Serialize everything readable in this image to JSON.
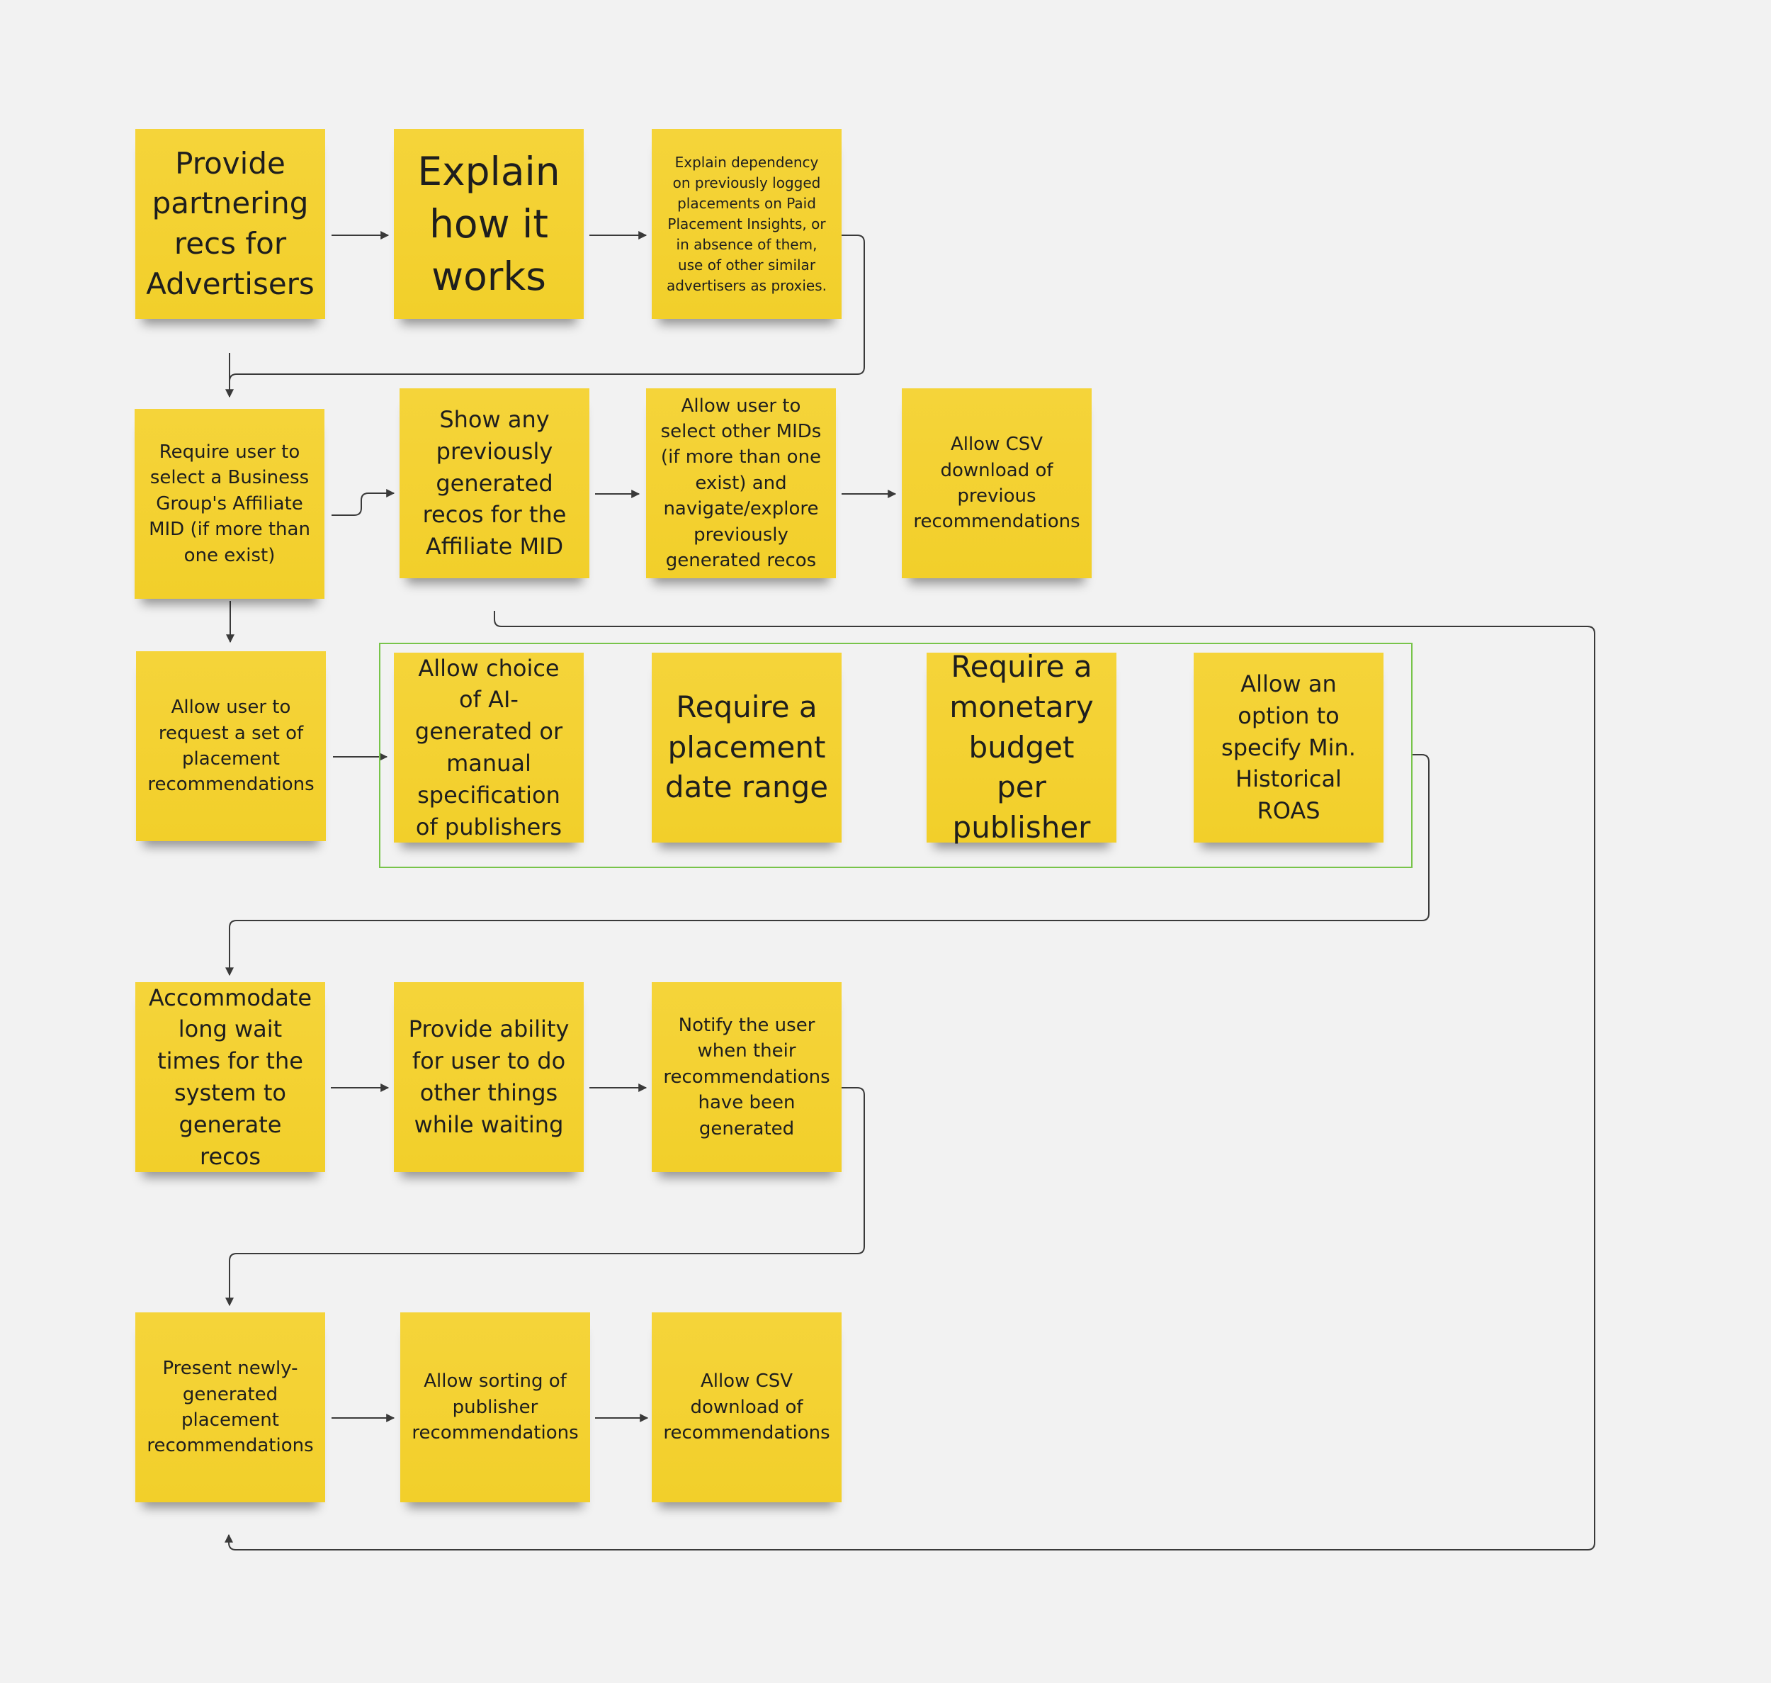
{
  "notes": [
    {
      "id": "n1",
      "text": "Provide partnering recs for Advertisers"
    },
    {
      "id": "n2",
      "text": "Explain how it works"
    },
    {
      "id": "n3",
      "text": "Explain  dependency on  previously logged placements on Paid Placement Insights, or in absence of them, use of other similar advertisers as proxies."
    },
    {
      "id": "n4",
      "text": "Require user to select a Business Group's Affiliate MID (if more than one exist)"
    },
    {
      "id": "n5",
      "text": "Show any previously generated recos for the Affiliate MID"
    },
    {
      "id": "n6",
      "text": "Allow user to select other MIDs (if more than one exist) and navigate/explore previously generated recos"
    },
    {
      "id": "n7",
      "text": "Allow CSV download of previous recommendations"
    },
    {
      "id": "n8",
      "text": "Allow user to request a  set of placement recommendations"
    },
    {
      "id": "n9",
      "text": "Allow choice of AI-generated or manual specification of publishers"
    },
    {
      "id": "n10",
      "text": "Require a placement date range"
    },
    {
      "id": "n11",
      "text": "Require a monetary budget per publisher"
    },
    {
      "id": "n12",
      "text": "Allow an option to specify Min. Historical ROAS"
    },
    {
      "id": "n13",
      "text": "Accommodate long wait times for the system to generate recos"
    },
    {
      "id": "n14",
      "text": "Provide ability for user to do other things while waiting"
    },
    {
      "id": "n15",
      "text": "Notify the user when their recommendations have been generated"
    },
    {
      "id": "n16",
      "text": "Present newly-generated placement recommendations"
    },
    {
      "id": "n17",
      "text": "Allow sorting of publisher recommendations"
    },
    {
      "id": "n18",
      "text": "Allow CSV download of recommendations"
    }
  ],
  "colors": {
    "background": "#f2f2f2",
    "sticky": "#f2cf2a",
    "connector": "#3a3a3a",
    "group_frame": "#78c44a"
  }
}
